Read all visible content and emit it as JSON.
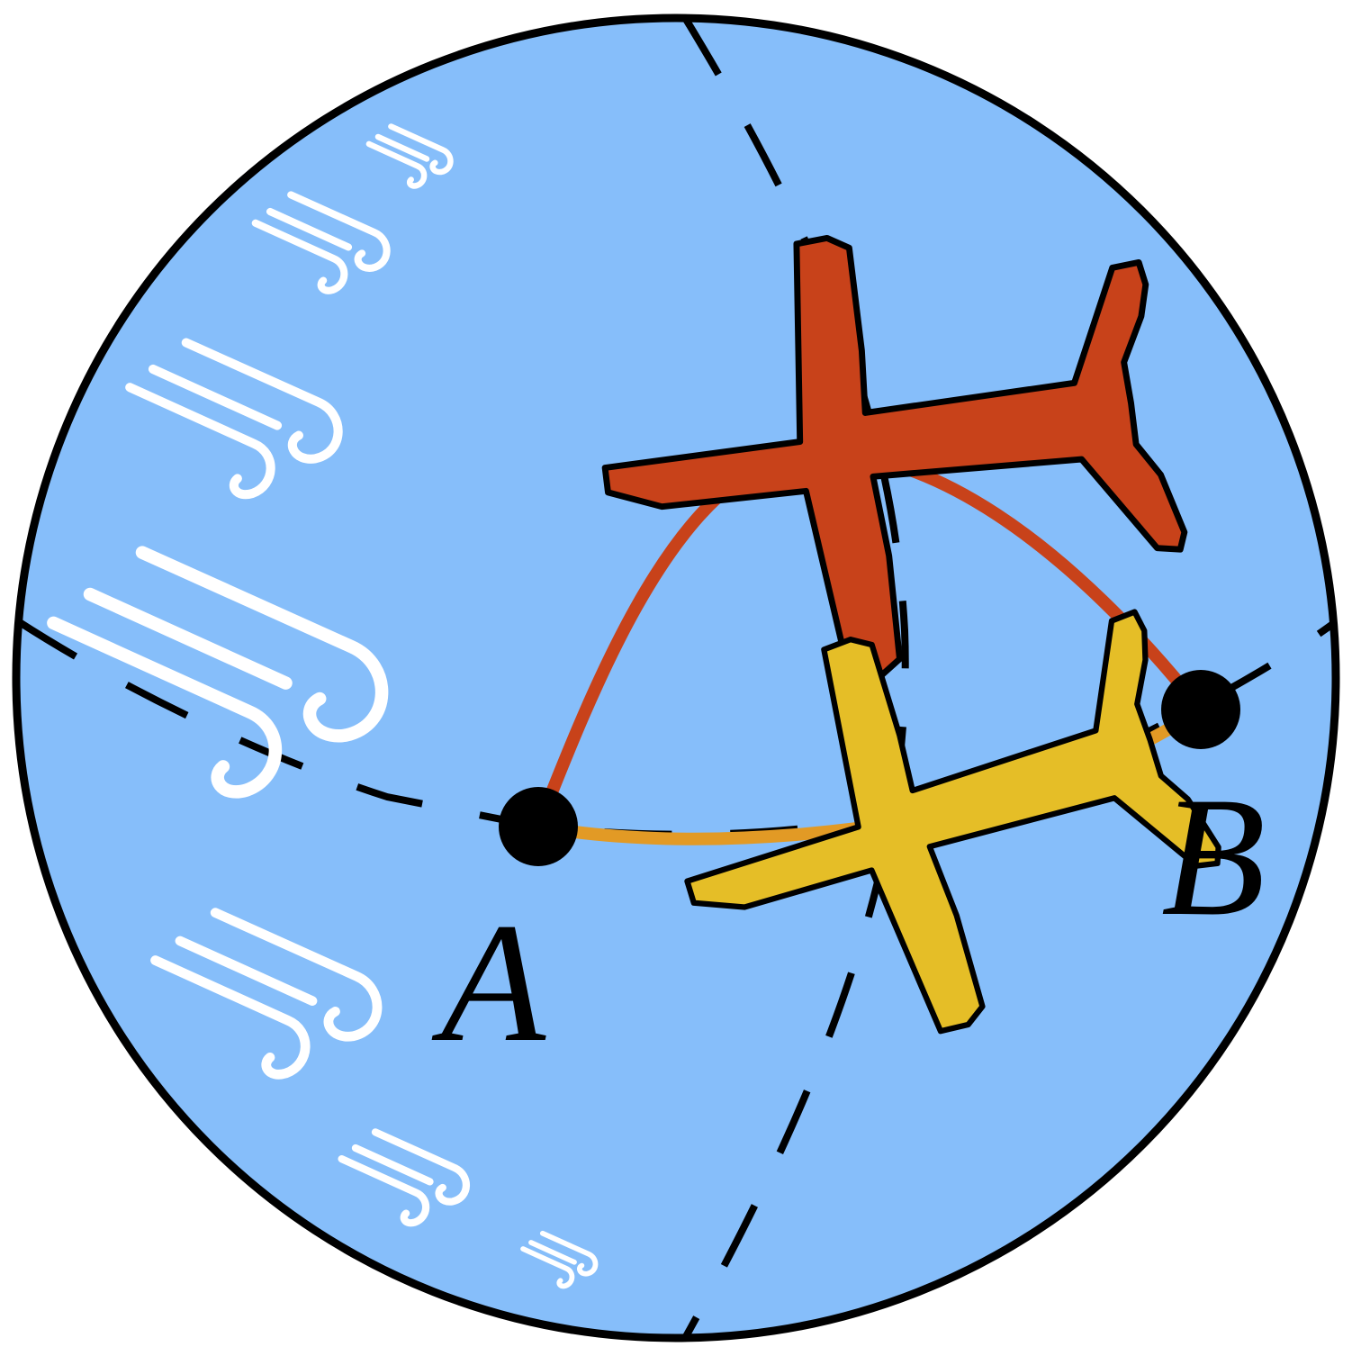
{
  "diagram": {
    "colors": {
      "globe_fill": "#86BEFA",
      "outline": "#000000",
      "wind": "#FFFFFF",
      "route_red": "#C8421A",
      "route_orange": "#E29A25",
      "plane_red": "#C8421A",
      "plane_yellow": "#E5BE27",
      "point": "#000000"
    },
    "points": [
      {
        "id": "A",
        "label": "A"
      },
      {
        "id": "B",
        "label": "B"
      }
    ],
    "routes": [
      {
        "id": "northern-route",
        "color": "route_red",
        "plane": "red-airplane"
      },
      {
        "id": "southern-route",
        "color": "route_orange",
        "plane": "yellow-airplane"
      }
    ],
    "icons": [
      "red-airplane-icon",
      "yellow-airplane-icon",
      "wind-gust-icon"
    ]
  }
}
